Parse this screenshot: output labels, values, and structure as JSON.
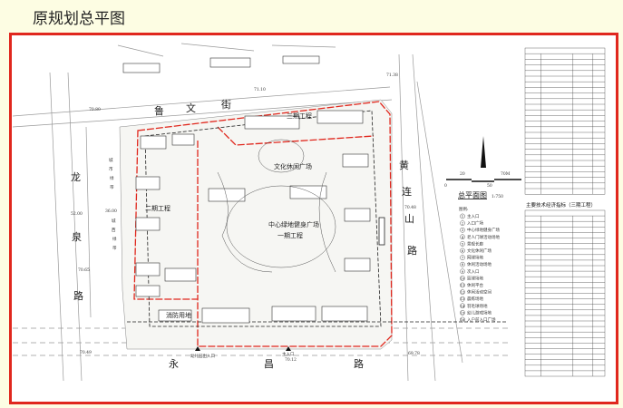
{
  "title": "原规划总平图",
  "roads": {
    "north": [
      "鲁",
      "文",
      "街"
    ],
    "west": [
      "龙",
      "泉",
      "路"
    ],
    "east": [
      "黄",
      "连",
      "山",
      "路"
    ],
    "south": [
      "永",
      "昌",
      "路"
    ]
  },
  "elevations": [
    "70.80",
    "71.10",
    "71.38",
    "70.48",
    "70.65",
    "70.49",
    "70.12",
    "69.78"
  ],
  "dimensions": [
    "52.00",
    "36.00"
  ],
  "zones": {
    "phase3": "三期工程",
    "phase2": "二期工程",
    "phase1": "一期工程",
    "center": "中心绿地健身广场",
    "culture": "文化休闲广场",
    "fire": "消防用地",
    "green_w1": [
      "城",
      "市",
      "绿",
      "带"
    ],
    "green_w2": [
      "城",
      "西",
      "绿",
      "带"
    ]
  },
  "entrances": {
    "main": "主入口",
    "kindergarten": "幼儿园出入口"
  },
  "plan": {
    "heading": "总平面图",
    "scale": "1:750",
    "scale_ticks": [
      "0",
      "20",
      "50",
      "70M"
    ],
    "legend_title": "图例:"
  },
  "legend": [
    {
      "n": "1",
      "label": "主入口"
    },
    {
      "n": "2",
      "label": "入口广场"
    },
    {
      "n": "3",
      "label": "中心绿地健身广场"
    },
    {
      "n": "4",
      "label": "老人门球活动场地"
    },
    {
      "n": "5",
      "label": "景观长廊"
    },
    {
      "n": "6",
      "label": "文化休闲广场"
    },
    {
      "n": "7",
      "label": "网球场地"
    },
    {
      "n": "8",
      "label": "休闲活动场地"
    },
    {
      "n": "9",
      "label": "次入口"
    },
    {
      "n": "10",
      "label": "篮球场地"
    },
    {
      "n": "11",
      "label": "休闲平台"
    },
    {
      "n": "12",
      "label": "休闲活动空间"
    },
    {
      "n": "13",
      "label": "晨练场地"
    },
    {
      "n": "14",
      "label": "羽毛球场地"
    },
    {
      "n": "15",
      "label": "幼儿游戏场地"
    },
    {
      "n": "16",
      "label": "入户前入口广场"
    }
  ],
  "table2_title": "主要技术经济指标（三期工程）",
  "colors": {
    "frame": "#e0271d",
    "background": "#fdfde3"
  }
}
